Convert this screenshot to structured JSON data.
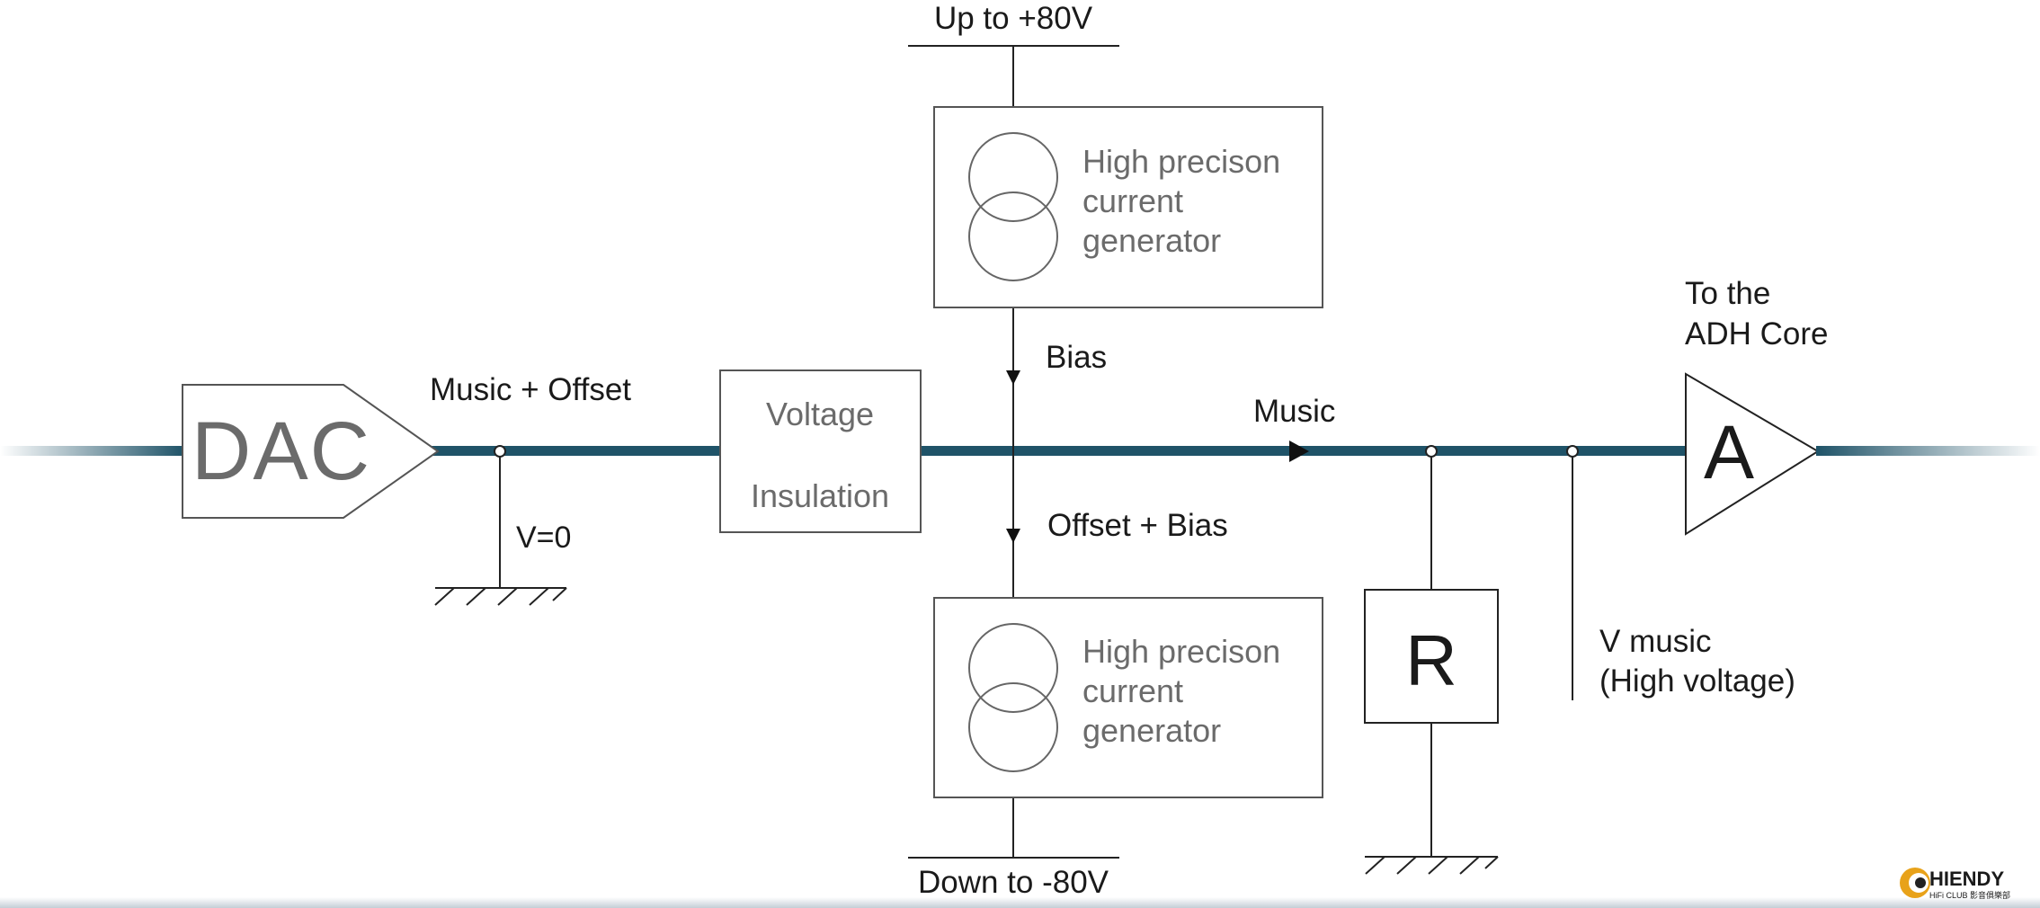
{
  "dac": {
    "label": "DAC"
  },
  "amp": {
    "label": "A"
  },
  "insulation": {
    "line1": "Voltage",
    "line2": "Insulation"
  },
  "generators": {
    "top": {
      "line1": "High precison",
      "line2": "current",
      "line3": "generator"
    },
    "bottom": {
      "line1": "High precison",
      "line2": "current",
      "line3": "generator"
    }
  },
  "resistor": {
    "label": "R"
  },
  "labels": {
    "supply_top": "Up to +80V",
    "supply_bottom": "Down to -80V",
    "music_offset": "Music + Offset",
    "v_zero": "V=0",
    "bias": "Bias",
    "offset_bias": "Offset + Bias",
    "music": "Music",
    "to_core_1": "To the",
    "to_core_2": "ADH Core",
    "v_music_1": "V music",
    "v_music_2": "(High voltage)"
  },
  "logo": {
    "name": "HIENDY",
    "sub": "HiFi CLUB 影音俱樂部"
  },
  "colors": {
    "bus": "#1f5368",
    "stroke": "#222222",
    "grey_text": "#6b6b6b"
  }
}
